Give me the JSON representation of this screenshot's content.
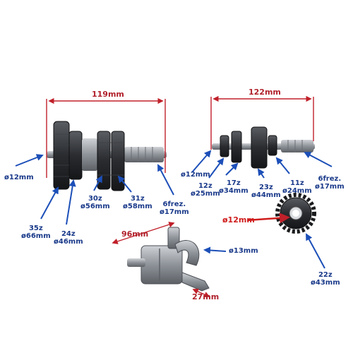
{
  "colors": {
    "label": "#1a3a8a",
    "arrow": "#1c4fb8",
    "dimension": "#c0202a"
  },
  "dimensions": {
    "shaft_left_length": "119mm",
    "shaft_right_length": "122mm",
    "drum_length": "96mm",
    "drum_pin": "27mm",
    "gear_bore": "ø12mm"
  },
  "left_shaft": {
    "end_dia": "ø12mm",
    "g35_teeth": "35z",
    "g35_dia": "ø66mm",
    "g24_teeth": "24z",
    "g24_dia": "ø46mm",
    "g30_teeth": "30z",
    "g30_dia": "ø56mm",
    "g31_teeth": "31z",
    "g31_dia": "ø58mm",
    "spline_teeth": "6frez.",
    "spline_dia": "ø17mm"
  },
  "right_shaft": {
    "end_dia": "ø12mm",
    "g12_teeth": "12z",
    "g12_dia": "ø25mm",
    "g17_teeth": "17z",
    "g17_dia": "ø34mm",
    "g23_teeth": "23z",
    "g23_dia": "ø44mm",
    "g11_teeth": "11z",
    "g11_dia": "ø24mm",
    "spline_teeth": "6frez.",
    "spline_dia": "ø17mm"
  },
  "drum": {
    "dia": "ø13mm"
  },
  "loose_gear": {
    "teeth": "22z",
    "dia": "ø43mm"
  }
}
